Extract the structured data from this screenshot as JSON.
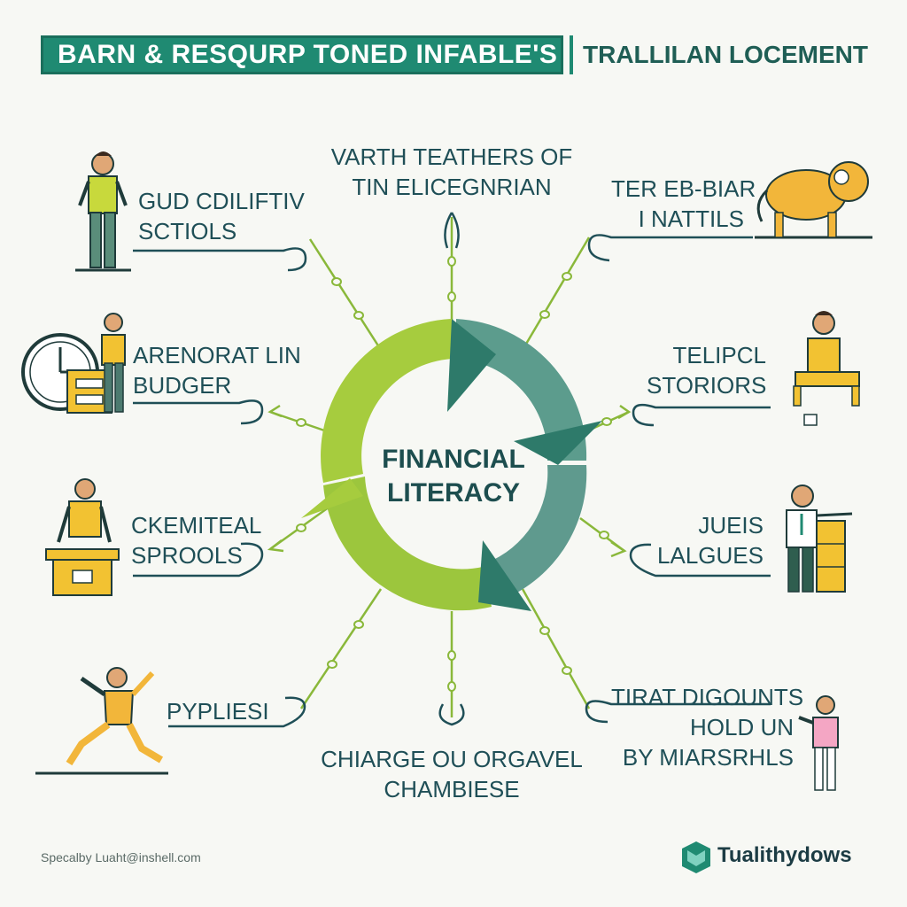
{
  "header": {
    "banner_title": "BARN & RESQURP TONED INFABLE'S",
    "right_title": "TRALLILAN LOCEMENT"
  },
  "center": {
    "line1": "FINANCIAL",
    "line2": "LITERACY"
  },
  "nodes": {
    "top": {
      "line1": "VARTH TEATHERS OF",
      "line2": "TIN ELICEGNRIAN"
    },
    "top_left": {
      "line1": "GUD CDILIFTIV",
      "line2": "SCTIOLS"
    },
    "top_right": {
      "line1": "TER EB-BIAR",
      "line2": "I NATTILS"
    },
    "mid_left": {
      "line1": "ARENORAT LIN",
      "line2": "BUDGER"
    },
    "mid_right": {
      "line1": "TELIPCL",
      "line2": "STORIORS"
    },
    "lower_left": {
      "line1": "CKEMITEAL",
      "line2": "SPROOLS"
    },
    "lower_right": {
      "line1": "JUEIS",
      "line2": "LALGUES"
    },
    "bottom_left": {
      "line1": "PYPLIESI"
    },
    "bottom_right": {
      "line1": "TIRAT DIGOUNTS",
      "line2": "HOLD UN",
      "line3": "BY MIARSRHLS"
    },
    "bottom": {
      "line1": "CHIARGE OU ORGAVEL",
      "line2": "CHAMBIESE"
    }
  },
  "footer": {
    "credit": "Specalby Luaht@inshell.com",
    "brand": "Tualithydows"
  },
  "colors": {
    "teal": "#1f8a72",
    "dark_teal": "#2e6f68",
    "lime": "#9cc63d",
    "lime_dark": "#7aa52a",
    "ink": "#1f4f57",
    "accent_yellow": "#f2c232"
  }
}
